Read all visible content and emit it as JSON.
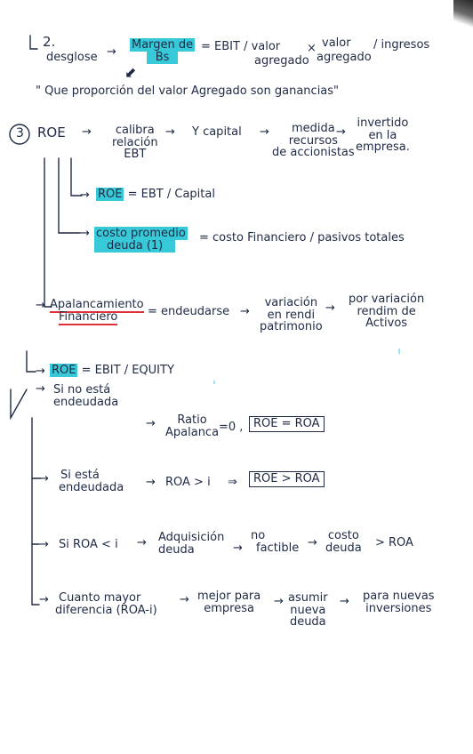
{
  "n2": {
    "label": "2.",
    "desglose": "desglose",
    "margen_line1": "Margen de",
    "margen_line2": "Bs",
    "eq": "= EBIT / valor",
    "agregado1": "agregado",
    "x": "×",
    "valor2": "valor",
    "agregado2": "agregado",
    "ingresos": "/ ingresos",
    "quote": "\" Que proporción del valor Agregado son ganancias\""
  },
  "n3": {
    "number": "3",
    "roe": "ROE",
    "calibra": "calibra",
    "relacion": "relación",
    "ebt": "EBT",
    "y_capital": "Y capital",
    "medida": "medida",
    "recursos": "recursos",
    "de_accionistas": "de accionistas",
    "invertido": "invertido",
    "en_la": "en la",
    "empresa": "empresa."
  },
  "roe_formula": {
    "label": "ROE",
    "text": "= EBT / Capital"
  },
  "costo": {
    "line1": "costo promedio",
    "line2": "deuda (1)",
    "text": "= costo Financiero / pasivos totales"
  },
  "apalancamiento": {
    "line1": "Apalancamiento",
    "line2": "Financiero",
    "eq": "= endeudarse",
    "variacion": "variación",
    "en_rendi": "en rendi",
    "patrimonio": "patrimonio",
    "por_variacion": "por variación",
    "rendim_de": "rendim de",
    "activos": "Activos"
  },
  "roe_equity": {
    "label": "ROE",
    "text": "= EBIT / EQUITY"
  },
  "cases": {
    "c1_line1": "Si no está",
    "c1_line2": "endeudada",
    "ratio": "Ratio",
    "apalanca": "Apalanca",
    "eq0": "=0 ,",
    "box1": "ROE = ROA",
    "c2_line1": "Si está",
    "c2_line2": "endeudada",
    "roa_i": "ROA > i",
    "arrow": "⇒",
    "box2": "ROE > ROA",
    "c3": "Si ROA < i",
    "adquisicion": "Adquisición",
    "deuda_a": "deuda",
    "no": "no",
    "factible": "factible",
    "costo_b": "costo",
    "deuda_b": "deuda",
    "gt_roa": "> ROA",
    "c4_line1": "Cuanto mayor",
    "c4_line2": "diferencia (ROA-i)",
    "mejor_para": "mejor para",
    "empresa": "empresa",
    "asumir": "asumir",
    "nueva": "nueva",
    "deuda_c": "deuda",
    "para_nuevas": "para nuevas",
    "inversiones": "inversiones"
  },
  "colors": {
    "ink": "#1f2a44",
    "highlight": "#38c9d9",
    "underline": "#e0303a"
  }
}
